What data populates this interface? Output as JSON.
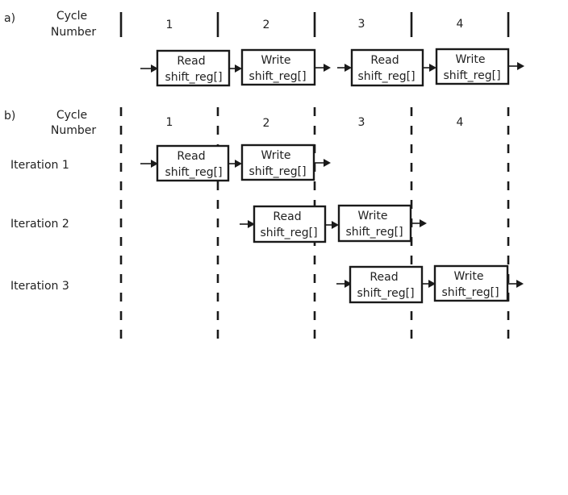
{
  "part_a": {
    "tag": "a)",
    "cycle_header": [
      "Cycle",
      "Number"
    ],
    "cycles": [
      "1",
      "2",
      "3",
      "4"
    ],
    "boxes": [
      {
        "lines": [
          "Read",
          "shift_reg[]"
        ]
      },
      {
        "lines": [
          "Write",
          "shift_reg[]"
        ]
      },
      {
        "lines": [
          "Read",
          "shift_reg[]"
        ]
      },
      {
        "lines": [
          "Write",
          "shift_reg[]"
        ]
      }
    ]
  },
  "part_b": {
    "tag": "b)",
    "cycle_header": [
      "Cycle",
      "Number"
    ],
    "cycles": [
      "1",
      "2",
      "3",
      "4"
    ],
    "iterations": [
      {
        "label": "Iteration 1",
        "boxes": [
          {
            "lines": [
              "Read",
              "shift_reg[]"
            ]
          },
          {
            "lines": [
              "Write",
              "shift_reg[]"
            ]
          }
        ]
      },
      {
        "label": "Iteration 2",
        "boxes": [
          {
            "lines": [
              "Read",
              "shift_reg[]"
            ]
          },
          {
            "lines": [
              "Write",
              "shift_reg[]"
            ]
          }
        ]
      },
      {
        "label": "Iteration 3",
        "boxes": [
          {
            "lines": [
              "Read",
              "shift_reg[]"
            ]
          },
          {
            "lines": [
              "Write",
              "shift_reg[]"
            ]
          }
        ]
      }
    ]
  }
}
